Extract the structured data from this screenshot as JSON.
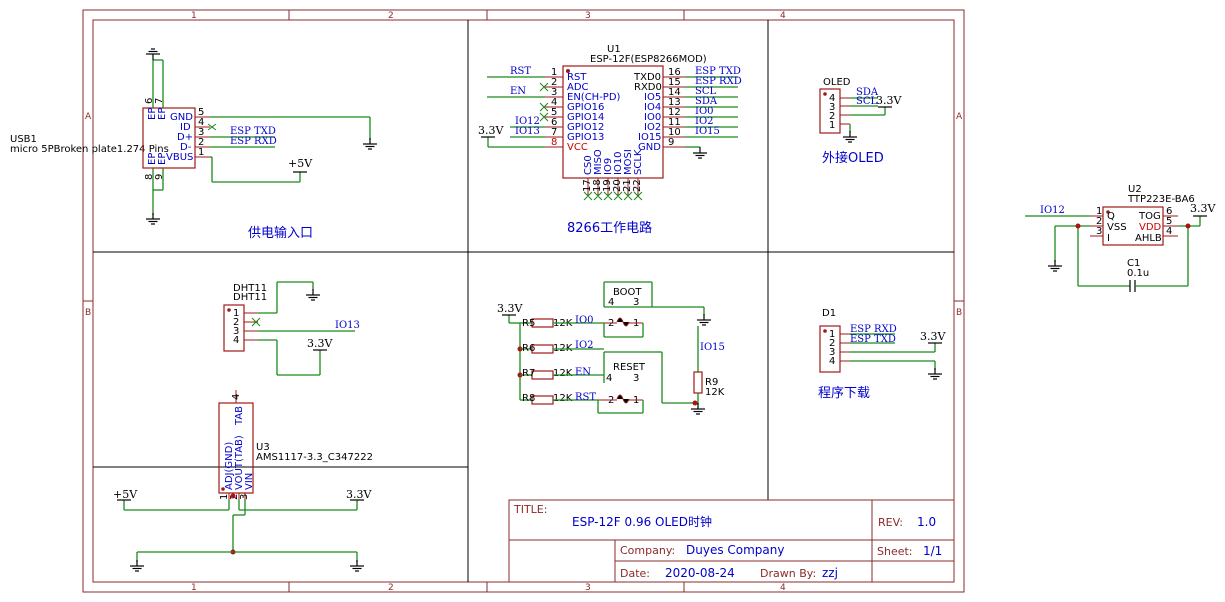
{
  "grid": {
    "cols": [
      "1",
      "2",
      "3",
      "4"
    ],
    "rows": [
      "A",
      "B"
    ]
  },
  "sections": {
    "power": "供电输入口",
    "esp": "8266工作电路",
    "oled": "外接OLED",
    "prog": "程序下载"
  },
  "title_block": {
    "title_label": "TITLE:",
    "title": "ESP-12F 0.96 OLED时钟",
    "rev_label": "REV:",
    "rev": "1.0",
    "company_label": "Company:",
    "company": "Duyes Company",
    "sheet_label": "Sheet:",
    "sheet": "1/1",
    "date_label": "Date:",
    "date": "2020-08-24",
    "drawn_label": "Drawn By:",
    "drawn": "zzj"
  },
  "usb": {
    "ref": "USB1",
    "value": "micro 5PBroken plate1.274 Pins",
    "pins": [
      "GND",
      "ID",
      "D+",
      "D-",
      "VBUS"
    ],
    "pin_nums": [
      "5",
      "4",
      "3",
      "2",
      "1"
    ],
    "ep_labels": [
      "EP",
      "EP",
      "EP",
      "EP"
    ],
    "ep_nums": [
      "6",
      "7",
      "8",
      "9"
    ],
    "nets": [
      "ESP TXD",
      "ESP RXD",
      "+5V"
    ]
  },
  "esp": {
    "ref": "U1",
    "value": "ESP-12F(ESP8266MOD)",
    "left_pins": [
      "RST",
      "ADC",
      "EN(CH-PD)",
      "GPIO16",
      "GPIO14",
      "GPIO12",
      "GPIO13",
      "VCC"
    ],
    "left_nums": [
      "1",
      "2",
      "3",
      "4",
      "5",
      "6",
      "7",
      "8"
    ],
    "right_pins": [
      "TXD0",
      "RXD0",
      "IO5",
      "IO4",
      "IO0",
      "IO2",
      "IO15",
      "GND"
    ],
    "right_nums": [
      "16",
      "15",
      "14",
      "13",
      "12",
      "11",
      "10",
      "9"
    ],
    "bottom_pins": [
      "CS0",
      "MISO",
      "IO9",
      "IO10",
      "MOSI",
      "SCLK"
    ],
    "bottom_nums": [
      "17",
      "18",
      "19",
      "20",
      "21",
      "22"
    ],
    "left_nets": [
      "RST",
      "EN",
      "IO12",
      "IO13",
      "3.3V"
    ],
    "right_nets": [
      "ESP TXD",
      "ESP RXD",
      "SCL",
      "SDA",
      "IO0",
      "IO2",
      "IO15"
    ]
  },
  "oled": {
    "ref": "OLED",
    "pin_nums": [
      "4",
      "3",
      "2",
      "1"
    ],
    "nets": [
      "SDA",
      "SCL",
      "3.3V"
    ]
  },
  "touch": {
    "ref": "U2",
    "value": "TTP223E-BA6",
    "left_pins": [
      "Q",
      "VSS",
      "I"
    ],
    "left_nums": [
      "1",
      "2",
      "3"
    ],
    "right_pins": [
      "TOG",
      "VDD",
      "AHLB"
    ],
    "right_nums": [
      "6",
      "5",
      "4"
    ],
    "net_in": "IO12",
    "net_pow": "3.3V",
    "cap_ref": "C1",
    "cap_value": "0.1u"
  },
  "dht": {
    "ref": "DHT11",
    "value": "DHT11",
    "pin_nums": [
      "1",
      "2",
      "3",
      "4"
    ],
    "nets": [
      "IO13",
      "3.3V"
    ]
  },
  "ldo": {
    "ref": "U3",
    "value": "AMS1117-3.3_C347222",
    "pins": [
      "ADJ(GND)",
      "VOUT(TAB)",
      "VIN",
      "TAB"
    ],
    "pin_nums": [
      "1",
      "2",
      "3",
      "4"
    ],
    "nets": [
      "+5V",
      "3.3V"
    ]
  },
  "resistors": {
    "pullup_net": "3.3V",
    "refs": [
      "R5",
      "R6",
      "R7",
      "R8",
      "R9"
    ],
    "values": [
      "12K",
      "12K",
      "12K",
      "12K",
      "12K"
    ],
    "nets": [
      "IO0",
      "IO2",
      "EN",
      "RST",
      "IO15"
    ]
  },
  "buttons": {
    "boot": "BOOT",
    "reset": "RESET",
    "boot_nums": [
      "4",
      "3",
      "2",
      "1"
    ],
    "reset_nums": [
      "4",
      "3",
      "2",
      "1"
    ]
  },
  "prog": {
    "ref": "D1",
    "pin_nums": [
      "1",
      "2",
      "3",
      "4"
    ],
    "nets": [
      "ESP RXD",
      "ESP TXD",
      "3.3V"
    ]
  }
}
